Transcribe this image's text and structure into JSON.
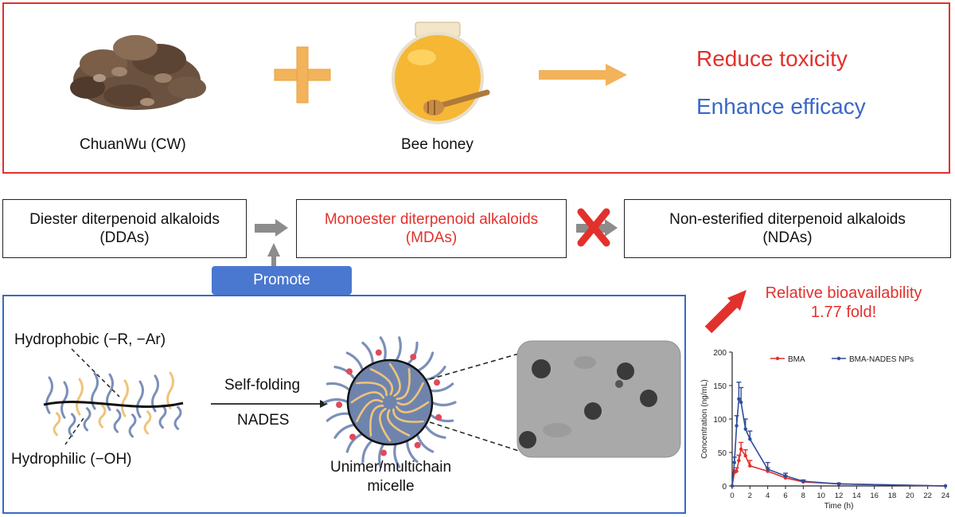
{
  "top": {
    "herb_label": "ChuanWu (CW)",
    "honey_label": "Bee honey",
    "reduce_label": "Reduce toxicity",
    "enhance_label": "Enhance efficacy"
  },
  "alkaloids": {
    "dda_line1": "Diester diterpenoid alkaloids",
    "dda_line2": "(DDAs)",
    "mda_line1": "Monoester diterpenoid alkaloids",
    "mda_line2": "(MDAs)",
    "nda_line1": "Non-esterified diterpenoid alkaloids",
    "nda_line2": "(NDAs)",
    "promote_label": "Promote"
  },
  "micelle": {
    "hydrophobic_label": "Hydrophobic (−R, −Ar)",
    "hydrophilic_label": "Hydrophilic (−OH)",
    "self_folding_label": "Self-folding",
    "nades_label": "NADES",
    "micelle_line1": "Unimer/multichain",
    "micelle_line2": "micelle"
  },
  "bioavailability": {
    "line1": "Relative bioavailability",
    "line2": "1.77 fold!"
  },
  "colors": {
    "red": "#e2312c",
    "blue": "#3a68c8",
    "orange": "#f2b35a",
    "gray_arrow": "#8c8c8c",
    "chain_blue": "#7b8fb8",
    "chain_orange": "#efc47a",
    "micelle_core": "#6f84ad"
  },
  "chart_data": {
    "type": "line",
    "xlabel": "Time (h)",
    "ylabel": "Concentration (ng/mL)",
    "xlim": [
      0,
      24
    ],
    "ylim": [
      0,
      200
    ],
    "xticks": [
      0,
      2,
      4,
      6,
      8,
      10,
      12,
      14,
      16,
      18,
      20,
      22,
      24
    ],
    "yticks": [
      0,
      50,
      100,
      150,
      200
    ],
    "legend_position": "top-right",
    "series": [
      {
        "name": "BMA",
        "color": "#e2312c",
        "x": [
          0,
          0.25,
          0.5,
          0.75,
          1,
          1.5,
          2,
          4,
          6,
          8,
          12,
          24
        ],
        "y": [
          0,
          20,
          22,
          38,
          55,
          45,
          30,
          22,
          12,
          6,
          3,
          0
        ],
        "err": [
          0,
          4,
          5,
          8,
          10,
          9,
          8,
          5,
          3,
          2,
          1,
          0
        ]
      },
      {
        "name": "BMA-NADES NPs",
        "color": "#2f4d9c",
        "x": [
          0,
          0.25,
          0.5,
          0.75,
          1,
          1.5,
          2,
          4,
          6,
          8,
          12,
          24
        ],
        "y": [
          0,
          35,
          90,
          130,
          125,
          85,
          70,
          25,
          15,
          7,
          3,
          0
        ],
        "err": [
          0,
          8,
          15,
          25,
          22,
          15,
          12,
          10,
          4,
          2,
          1,
          0
        ]
      }
    ]
  }
}
